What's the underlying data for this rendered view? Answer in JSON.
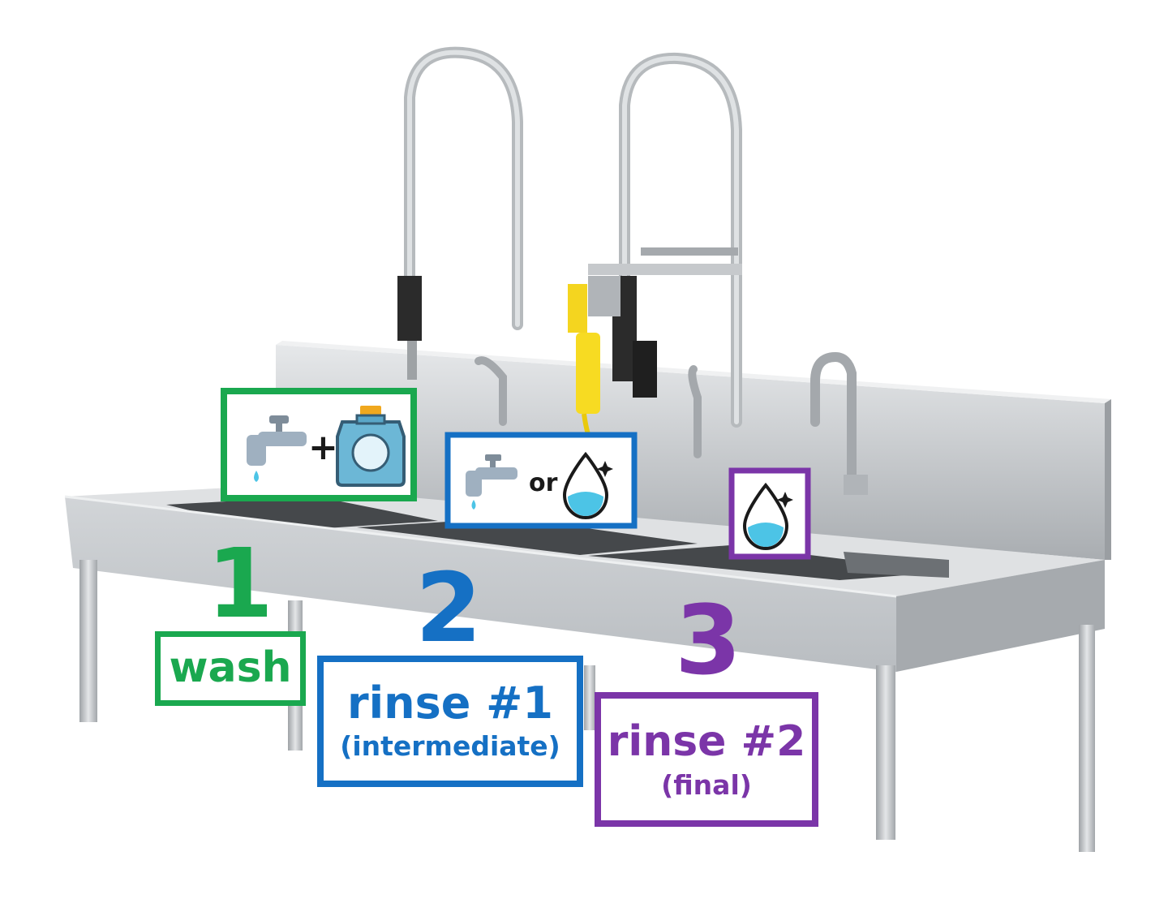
{
  "colors": {
    "wash": "#1aa84f",
    "rinse1": "#1570c4",
    "rinse2": "#7b35a8",
    "steel_light": "#d9dcdf",
    "steel_mid": "#b3b7bb",
    "steel_dark": "#8a8e92",
    "basin": "#4a4d50",
    "icon_water": "#4cc4e6",
    "icon_jug": "#6cb7d6"
  },
  "steps": [
    {
      "number": "1",
      "label": "wash",
      "sub": "",
      "icons": [
        "faucet-icon",
        "detergent-jug-icon"
      ],
      "joiner": "+"
    },
    {
      "number": "2",
      "label": "rinse #1",
      "sub": "(intermediate)",
      "icons": [
        "faucet-icon",
        "sanitizer-drop-icon"
      ],
      "joiner": "or"
    },
    {
      "number": "3",
      "label": "rinse #2",
      "sub": "(final)",
      "icons": [
        "sanitizer-drop-icon"
      ],
      "joiner": ""
    }
  ]
}
